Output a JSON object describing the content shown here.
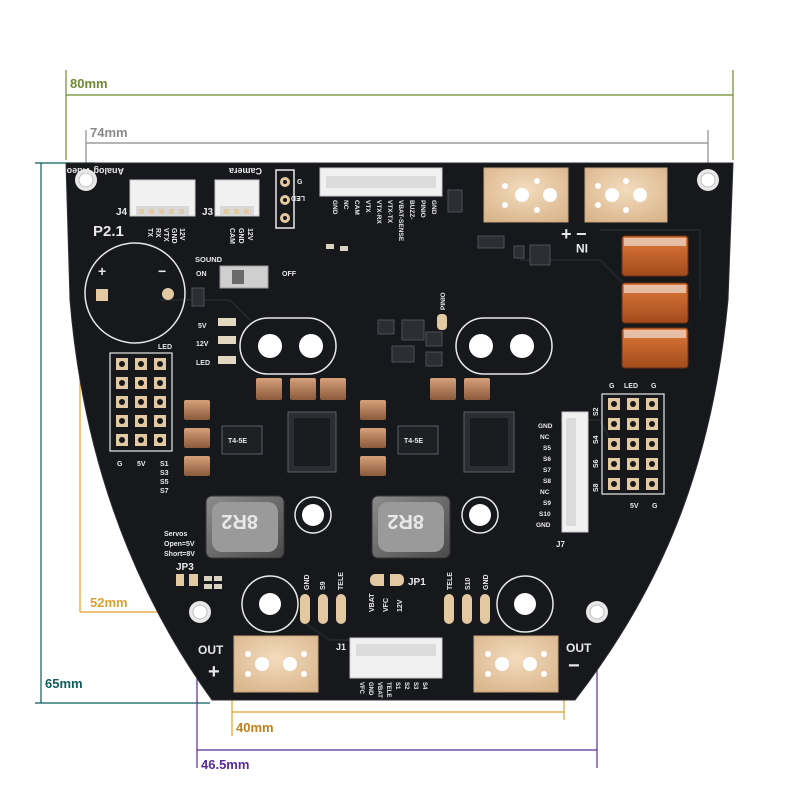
{
  "dimensions": {
    "w80": "80mm",
    "w74": "74mm",
    "h65": "65mm",
    "h52": "52mm",
    "w40": "40mm",
    "w46": "46.5mm"
  },
  "colors": {
    "board": "#16181b",
    "silk": "#e8e8e8",
    "copper": "#e8c9a4",
    "dim_green": "#6f8a2e",
    "dim_gray": "#8a8a8a",
    "dim_teal": "#0e5c5c",
    "dim_orange": "#e0a030",
    "dim_purple": "#5a2a9a"
  },
  "board": {
    "version": "P2.1",
    "labels": {
      "j4": "J4",
      "j4_name": "Analog Video",
      "j4_pins": [
        "TX",
        "RX",
        "VTX",
        "GND",
        "12V"
      ],
      "j3": "J3",
      "j3_name": "Camera",
      "j3_pins": [
        "CAM",
        "GND",
        "12V"
      ],
      "led_hdr": "LED",
      "led_hdr_pins": [
        "G",
        "-"
      ],
      "top_pins": [
        "GND",
        "NC",
        "CAM",
        "VTX",
        "VTX-RX",
        "VTX-TX",
        "VBAT-SENSE",
        "BUZZ-",
        "PINIO",
        "GND"
      ],
      "sound": "SOUND",
      "on": "ON",
      "off": "OFF",
      "plus": "+",
      "minus": "−",
      "in": "IN",
      "v5": "5V",
      "v12": "12V",
      "led": "LED",
      "pinio": "PINIO",
      "left_hdr_top": "LED",
      "left_hdr_bottom": [
        "G",
        "5V",
        "S1",
        "S3",
        "S5",
        "S7"
      ],
      "right_hdr_top": [
        "G",
        "LED",
        "G"
      ],
      "right_hdr_side": [
        "S2",
        "S4",
        "S6",
        "S8"
      ],
      "right_hdr_bottom": [
        "5V",
        "G"
      ],
      "j7": "J7",
      "j7_pins": [
        "GND",
        "NC",
        "S5",
        "S6",
        "S7",
        "S8",
        "NC",
        "S9",
        "S10",
        "GND"
      ],
      "inductor": "8R2",
      "servos": [
        "Servos",
        "Open=5V",
        "Short=8V"
      ],
      "jp3": "JP3",
      "jp1": "JP1",
      "pads_left": [
        "GND",
        "S9",
        "TELE"
      ],
      "pads_right": [
        "TELE",
        "S10",
        "GND"
      ],
      "jp1_pins": [
        "VBAT",
        "VFC",
        "12V"
      ],
      "j1": "J1",
      "j1_pins": [
        "VFC",
        "GND",
        "VBAT",
        "TELE",
        "S1",
        "S2",
        "S3",
        "S4"
      ],
      "out": "OUT",
      "ic_mark": "T4-5E"
    }
  }
}
